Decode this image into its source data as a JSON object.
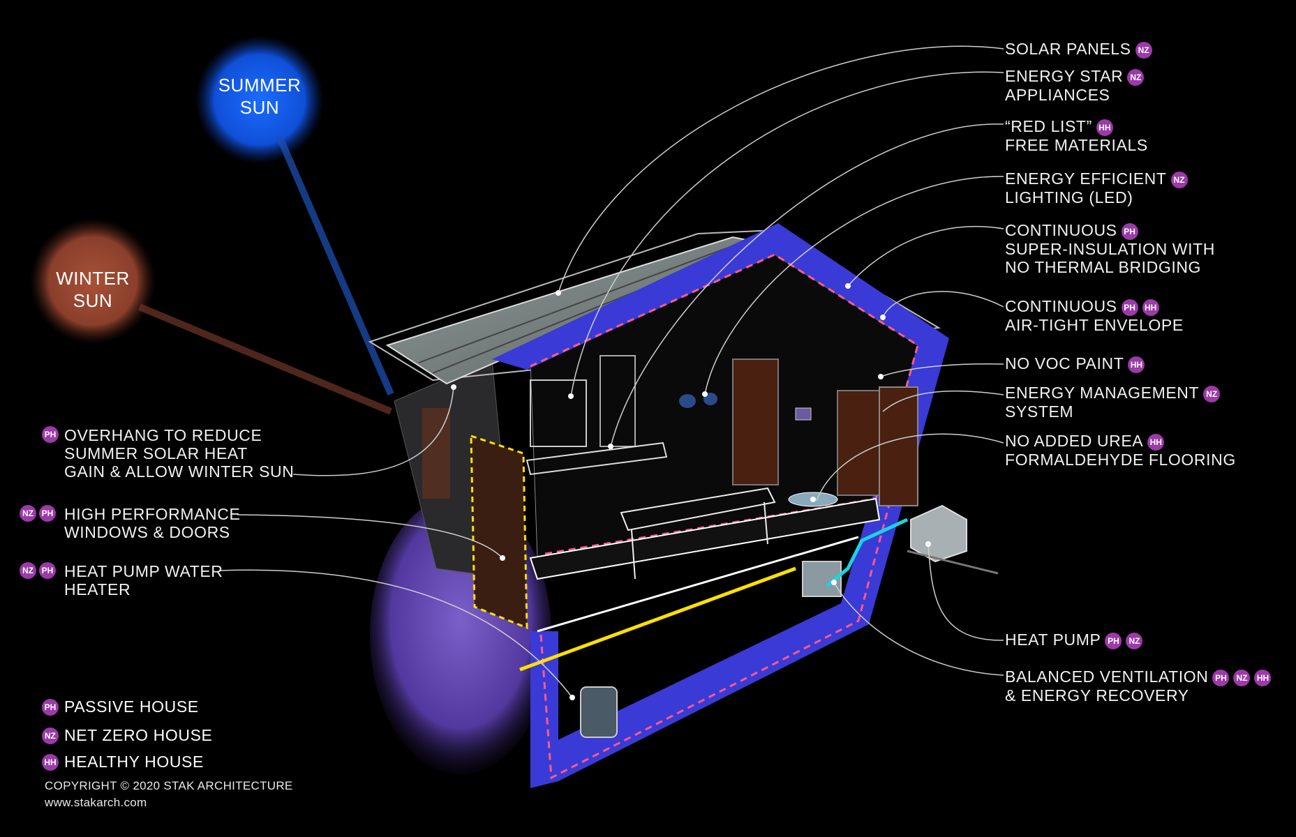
{
  "colors": {
    "badge": "#9b3aa8",
    "wall_blue": "#3a3ad6",
    "summer_sun": "#1560e0",
    "winter_sun": "#9a4a35",
    "dash_pink": "#ff5a8a",
    "dash_yellow": "#ffe000",
    "duct_cyan": "#19d3e6"
  },
  "suns": {
    "summer": {
      "line1": "SUMMER",
      "line2": "SUN"
    },
    "winter": {
      "line1": "WINTER",
      "line2": "SUN"
    }
  },
  "right_labels": [
    {
      "lines": [
        "SOLAR PANELS"
      ],
      "badges": [
        "NZ"
      ]
    },
    {
      "lines": [
        "ENERGY STAR",
        "APPLIANCES"
      ],
      "badges": [
        "NZ"
      ]
    },
    {
      "lines": [
        "“RED LIST”",
        "FREE MATERIALS"
      ],
      "badges": [
        "HH"
      ]
    },
    {
      "lines": [
        "ENERGY EFFICIENT",
        "LIGHTING (LED)"
      ],
      "badges": [
        "NZ"
      ]
    },
    {
      "lines": [
        "CONTINUOUS",
        "SUPER-INSULATION WITH",
        "NO THERMAL BRIDGING"
      ],
      "badges": [
        "PH"
      ]
    },
    {
      "lines": [
        "CONTINUOUS",
        "AIR-TIGHT ENVELOPE"
      ],
      "badges": [
        "PH",
        "HH"
      ]
    },
    {
      "lines": [
        "NO VOC PAINT"
      ],
      "badges": [
        "HH"
      ]
    },
    {
      "lines": [
        "ENERGY MANAGEMENT",
        "SYSTEM"
      ],
      "badges": [
        "NZ"
      ]
    },
    {
      "lines": [
        "NO ADDED UREA",
        "FORMALDEHYDE FLOORING"
      ],
      "badges": [
        "HH"
      ]
    },
    {
      "lines": [
        "HEAT PUMP"
      ],
      "badges": [
        "PH",
        "NZ"
      ]
    },
    {
      "lines": [
        "BALANCED VENTILATION",
        "& ENERGY RECOVERY"
      ],
      "badges": [
        "PH",
        "NZ",
        "HH"
      ]
    }
  ],
  "left_labels": [
    {
      "lines": [
        "OVERHANG TO REDUCE",
        "SUMMER SOLAR HEAT",
        "GAIN & ALLOW WINTER SUN"
      ],
      "badges": [
        "PH"
      ]
    },
    {
      "lines": [
        "HIGH PERFORMANCE",
        "WINDOWS & DOORS"
      ],
      "badges": [
        "NZ",
        "PH"
      ]
    },
    {
      "lines": [
        "HEAT PUMP WATER",
        "HEATER"
      ],
      "badges": [
        "NZ",
        "PH"
      ]
    }
  ],
  "legend": [
    {
      "badge": "PH",
      "label": "PASSIVE HOUSE"
    },
    {
      "badge": "NZ",
      "label": "NET ZERO HOUSE"
    },
    {
      "badge": "HH",
      "label": "HEALTHY HOUSE"
    }
  ],
  "copyright": "COPYRIGHT © 2020 STAK ARCHITECTURE",
  "website": "www.stakarch.com"
}
